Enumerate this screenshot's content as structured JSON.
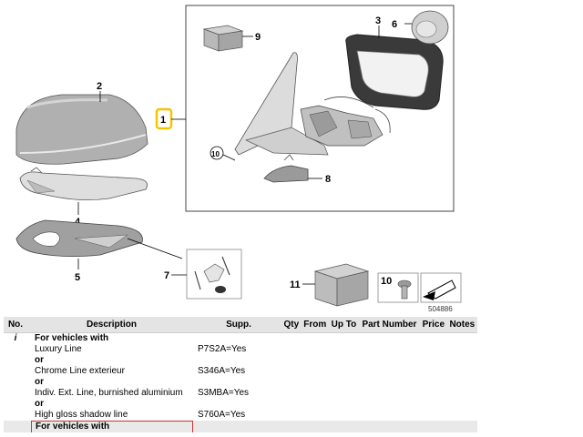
{
  "diagram": {
    "callouts": [
      "1",
      "2",
      "3",
      "4",
      "5",
      "6",
      "7",
      "8",
      "9",
      "10",
      "11"
    ],
    "image_code": "504886"
  },
  "table": {
    "headers": [
      "No.",
      "Description",
      "Supp.",
      "Qty",
      "From",
      "Up To",
      "Part Number",
      "Price",
      "Notes"
    ],
    "rows": [
      {
        "no": "i",
        "desc": "For vehicles with",
        "supp": "",
        "bold": true
      },
      {
        "no": "",
        "desc": "Luxury Line",
        "supp": "P7S2A=Yes",
        "bold": false
      },
      {
        "no": "",
        "desc": "or",
        "supp": "",
        "bold": true
      },
      {
        "no": "",
        "desc": "Chrome Line exterieur",
        "supp": "S346A=Yes",
        "bold": false
      },
      {
        "no": "",
        "desc": "or",
        "supp": "",
        "bold": true
      },
      {
        "no": "",
        "desc": "Indiv. Ext. Line, burnished aluminium",
        "supp": "S3MBA=Yes",
        "bold": false
      },
      {
        "no": "",
        "desc": "or",
        "supp": "",
        "bold": true
      },
      {
        "no": "",
        "desc": "High gloss shadow line",
        "supp": "S760A=Yes",
        "bold": false
      }
    ],
    "last_row": {
      "desc": "For vehicles with"
    }
  },
  "colors": {
    "callout_highlight": "#f5c400",
    "header_bg": "#e4e4e4",
    "part_grey": "#a9a9a9"
  }
}
